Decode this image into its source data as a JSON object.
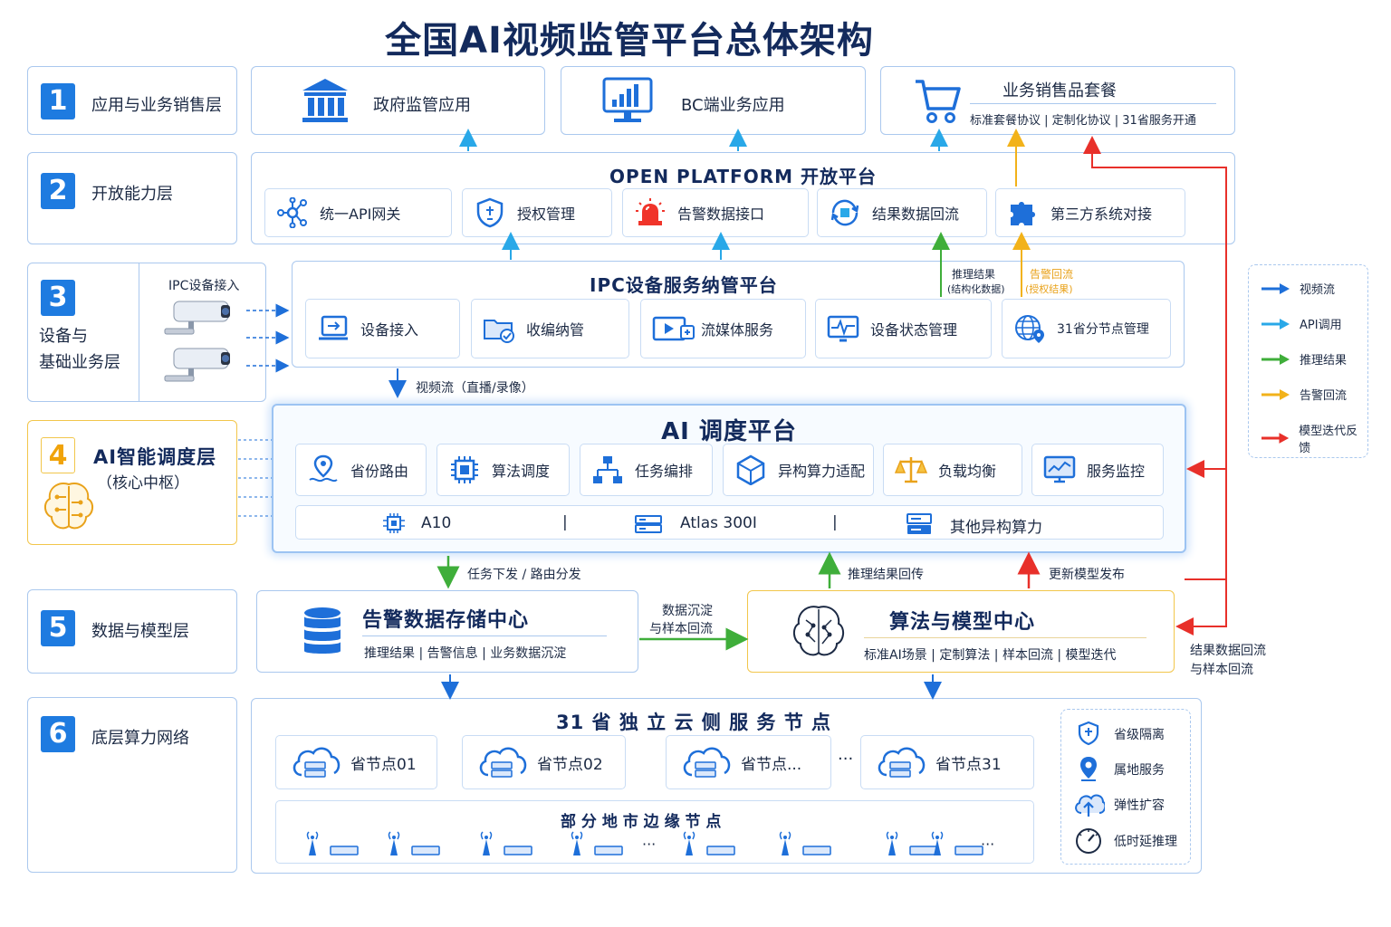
{
  "title": "全国AI视频监管平台总体架构",
  "layers": [
    {
      "num": "1",
      "name": "应用与业务销售层"
    },
    {
      "num": "2",
      "name": "开放能力层"
    },
    {
      "num": "3",
      "name_line1": "设备与",
      "name_line2": "基础业务层"
    },
    {
      "num": "4",
      "name_line1": "AI智能调度层",
      "name_line2": "（核心中枢）"
    },
    {
      "num": "5",
      "name": "数据与模型层"
    },
    {
      "num": "6",
      "name": "底层算力网络"
    }
  ],
  "layer1": {
    "gov": "政府监管应用",
    "bc": "BC端业务应用",
    "package_title": "业务销售品套餐",
    "package_items": "标准套餐协议 | 定制化协议 | 31省服务开通"
  },
  "layer2": {
    "title": "OPEN PLATFORM 开放平台",
    "modules": [
      "统一API网关",
      "授权管理",
      "告警数据接口",
      "结果数据回流",
      "第三方系统对接"
    ]
  },
  "layer3": {
    "ipc_access": "IPC设备接入",
    "title": "IPC设备服务纳管平台",
    "modules": [
      "设备接入",
      "收编纳管",
      "流媒体服务",
      "设备状态管理",
      "31省分节点管理"
    ],
    "infer_label1": "推理结果",
    "infer_label2": "(结构化数据)",
    "alarm_label1": "告警回流",
    "alarm_label2": "(授权结果)",
    "video_flow": "视频流（直播/录像）"
  },
  "layer4": {
    "title": "AI 调度平台",
    "modules": [
      "省份路由",
      "算法调度",
      "任务编排",
      "异构算力适配",
      "负载均衡",
      "服务监控"
    ],
    "compute": [
      "A10",
      "Atlas 300I",
      "其他异构算力"
    ],
    "sep": "|"
  },
  "flows": {
    "task_dispatch": "任务下发 / 路由分发",
    "infer_return": "推理结果回传",
    "model_publish": "更新模型发布",
    "data_sample_1": "数据沉淀",
    "data_sample_2": "与样本回流",
    "result_return_1": "结果数据回流",
    "result_return_2": "与样本回流"
  },
  "layer5": {
    "storage_title": "告警数据存储中心",
    "storage_items": "推理结果 | 告警信息 | 业务数据沉淀",
    "model_title": "算法与模型中心",
    "model_items": "标准AI场景 | 定制算法 | 样本回流 | 模型迭代"
  },
  "layer6": {
    "title": "31 省 独 立 云 侧 服 务 节 点",
    "nodes": [
      "省节点01",
      "省节点02",
      "省节点...",
      "省节点31"
    ],
    "ellipsis": "···",
    "edge_title": "部 分 地 市 边 缘 节 点",
    "features": [
      "省级隔离",
      "属地服务",
      "弹性扩容",
      "低时延推理"
    ]
  },
  "legend": [
    {
      "label": "视频流",
      "color": "#1e6fd9"
    },
    {
      "label": "API调用",
      "color": "#29a8e8"
    },
    {
      "label": "推理结果",
      "color": "#3fae3a"
    },
    {
      "label": "告警回流",
      "color": "#f2b21a"
    },
    {
      "label": "模型迭代反馈",
      "color": "#e8302a"
    }
  ]
}
